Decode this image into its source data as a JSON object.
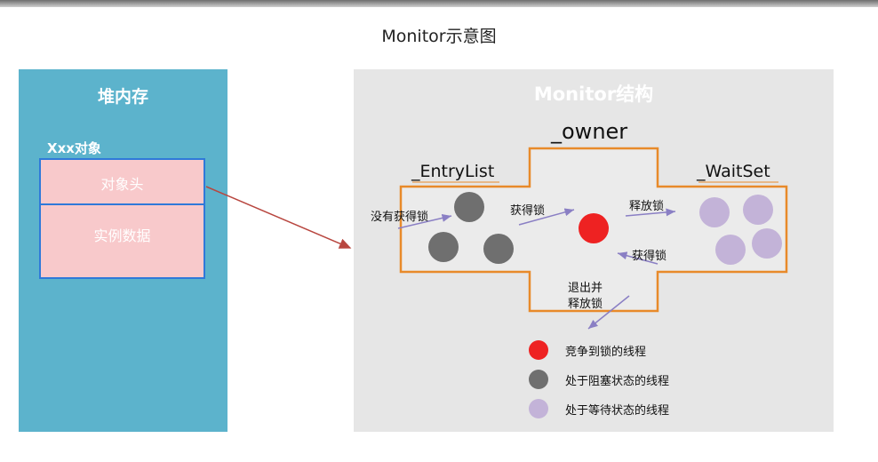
{
  "title": "Monitor示意图",
  "heap": {
    "title": "堆内存",
    "object_label": "Xxx对象",
    "object_header": "对象头",
    "instance_data": "实例数据"
  },
  "monitor": {
    "title": "Monitor结构",
    "owner": "_owner",
    "entry_list": "_EntryList",
    "wait_set": "_WaitSet",
    "labels": {
      "no_lock": "没有获得锁",
      "get_lock_left": "获得锁",
      "release_lock": "释放锁",
      "get_lock_right": "获得锁",
      "exit_release_1": "退出并",
      "exit_release_2": "释放锁"
    }
  },
  "legend": [
    {
      "label": "竞争到锁的线程",
      "color": "#ee2222"
    },
    {
      "label": "处于阻塞状态的线程",
      "color": "#6f6f6f"
    },
    {
      "label": "处于等待状态的线程",
      "color": "#c3b3d8"
    }
  ],
  "colors": {
    "heap_bg": "#5cb3cc",
    "object_fill": "#f8c9cb",
    "object_border": "#2f79d9",
    "monitor_bg": "#e6e6e6",
    "monitor_outline": "#e88a2a",
    "pointer_line": "#b8463f",
    "flow_arrow": "#8a7fc4"
  }
}
